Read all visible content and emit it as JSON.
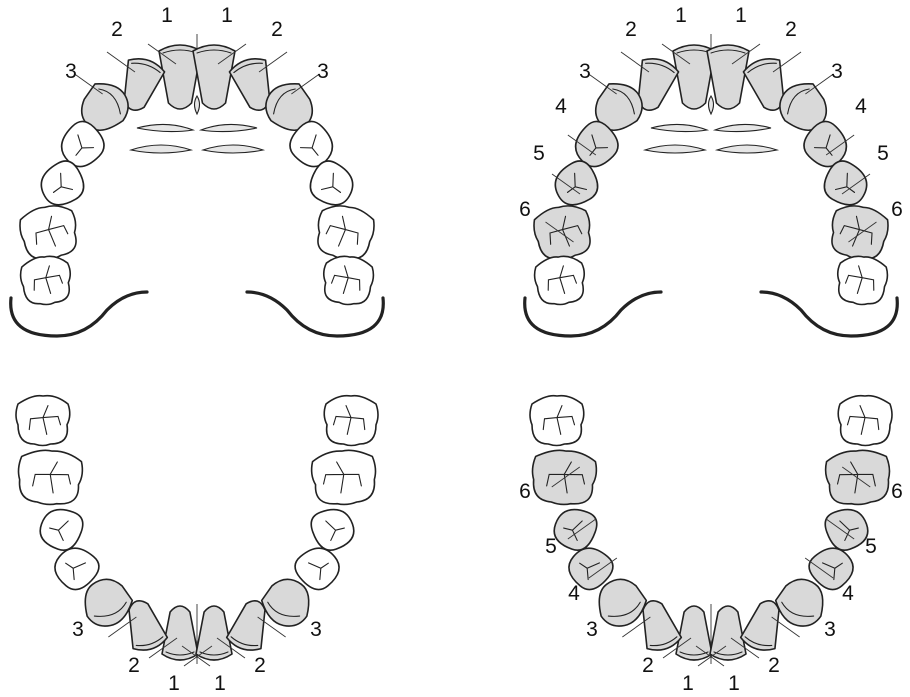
{
  "panels": [
    {
      "id": "upper-left",
      "arch": "upper",
      "shaded_positions": [
        1,
        2,
        3
      ],
      "labels": [
        "1",
        "2",
        "3"
      ]
    },
    {
      "id": "upper-right",
      "arch": "upper",
      "shaded_positions": [
        1,
        2,
        3,
        4,
        5,
        6
      ],
      "labels": [
        "1",
        "2",
        "3",
        "4",
        "5",
        "6"
      ]
    },
    {
      "id": "lower-left",
      "arch": "lower",
      "shaded_positions": [
        1,
        2,
        3
      ],
      "labels": [
        "1",
        "2",
        "3"
      ]
    },
    {
      "id": "lower-right",
      "arch": "lower",
      "shaded_positions": [
        1,
        2,
        3,
        4,
        5,
        6
      ],
      "labels": [
        "1",
        "2",
        "3",
        "4",
        "5",
        "6"
      ]
    }
  ]
}
